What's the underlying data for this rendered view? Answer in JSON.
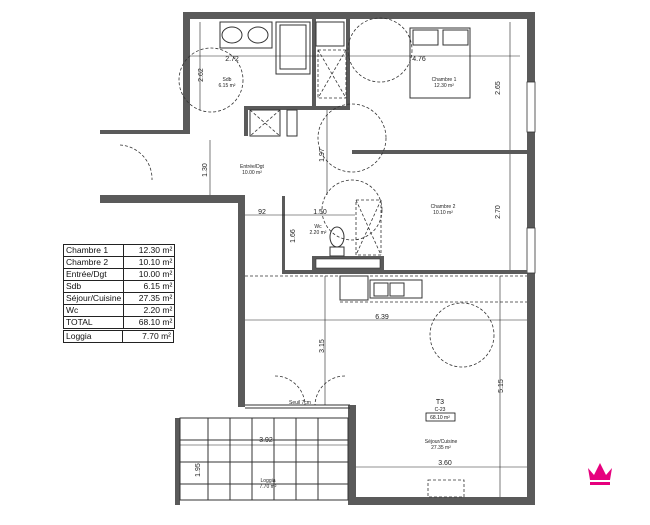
{
  "area_table": [
    {
      "room": "Chambre 1",
      "area": "12.30 m²"
    },
    {
      "room": "Chambre 2",
      "area": "10.10 m²"
    },
    {
      "room": "Entrée/Dgt",
      "area": "10.00 m²"
    },
    {
      "room": "Sdb",
      "area": "6.15 m²"
    },
    {
      "room": "Séjour/Cuisine",
      "area": "27.35 m²"
    },
    {
      "room": "Wc",
      "area": "2.20 m²"
    },
    {
      "room": "TOTAL",
      "area": "68.10 m²"
    }
  ],
  "loggia_table": {
    "room": "Loggia",
    "area": "7.70 m²"
  },
  "rooms": {
    "sdb": {
      "name": "Sdb",
      "area": "6.15 m²"
    },
    "chambre1": {
      "name": "Chambre 1",
      "area": "12.30 m²"
    },
    "entree": {
      "name": "Entrée/Dgt",
      "area": "10.00 m²"
    },
    "chambre2": {
      "name": "Chambre 2",
      "area": "10.10 m²"
    },
    "wc": {
      "name": "Wc",
      "area": "2.20 m²"
    },
    "sejour": {
      "name": "Séjour/Cuisine",
      "area": "27.35 m²"
    },
    "loggia": {
      "name": "Loggia",
      "area": "7.70 m²"
    }
  },
  "unit": {
    "type": "T3",
    "ref": "C-23",
    "total": "68.10 m²"
  },
  "threshold_note": "Seuil 7cm",
  "dimensions": {
    "sdb_width": "2.72",
    "sdb_depth": "2.62",
    "ch1_width": "4.76",
    "ch1_depth": "2.65",
    "entree_depth": "1.30",
    "dgt_length": "1.97",
    "passage": "92",
    "wc_width": "1.50",
    "wc_depth": "1.66",
    "ch2_depth": "2.70",
    "sejour_width": "6.39",
    "sejour_depth_left": "3.15",
    "sejour_depth_right": "5.15",
    "loggia_width": "3.92",
    "loggia_depth": "1.95",
    "sejour_bottom": "3.60"
  },
  "colors": {
    "wall": "#5a5a5a",
    "logo": "#e6007e"
  },
  "logo_icon": "crown-icon"
}
